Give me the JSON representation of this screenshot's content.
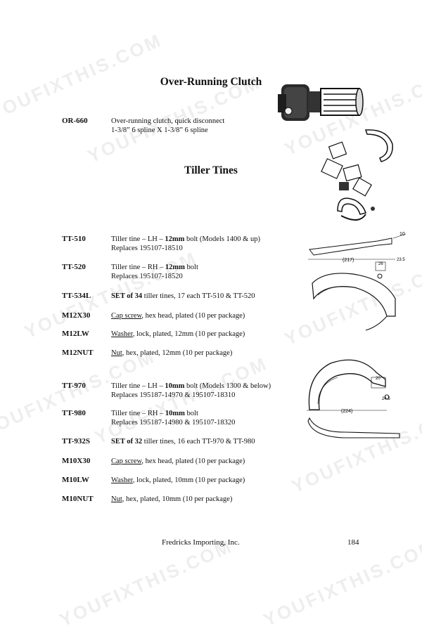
{
  "watermark": {
    "text": "YOUFIXTHIS.COM"
  },
  "sections": {
    "clutch_title": "Over-Running Clutch",
    "tines_title": "Tiller Tines"
  },
  "rows": [
    {
      "pn": "OR-660",
      "parts": [
        {
          "t": "Over-running clutch, quick disconnect"
        }
      ],
      "line2": "1-3/8” 6 spline X 1-3/8” 6 spline"
    },
    {
      "pn": "TT-510",
      "parts": [
        {
          "t": "Tiller tine – LH – "
        },
        {
          "t": "12mm",
          "b": true
        },
        {
          "t": " bolt (Models 1400 & up)"
        }
      ],
      "line2": "Replaces 195107-18510"
    },
    {
      "pn": "TT-520",
      "parts": [
        {
          "t": "Tiller tine – RH – "
        },
        {
          "t": "12mm",
          "b": true
        },
        {
          "t": " bolt"
        }
      ],
      "line2": "Replaces 195107-18520"
    },
    {
      "pn": "TT-534L",
      "parts": [
        {
          "t": "SET of 34",
          "b": true
        },
        {
          "t": " tiller tines, 17 each TT-510 & TT-520"
        }
      ]
    },
    {
      "pn": "M12X30",
      "parts": [
        {
          "t": "Cap screw",
          "u": true
        },
        {
          "t": ", hex head, plated (10 per package)"
        }
      ]
    },
    {
      "pn": "M12LW",
      "parts": [
        {
          "t": "Washer",
          "u": true
        },
        {
          "t": ", lock, plated, 12mm (10 per package)"
        }
      ]
    },
    {
      "pn": "M12NUT",
      "parts": [
        {
          "t": "Nut",
          "u": true
        },
        {
          "t": ", hex, plated, 12mm (10 per package)"
        }
      ]
    },
    {
      "pn": "TT-970",
      "parts": [
        {
          "t": "Tiller tine – LH – "
        },
        {
          "t": "10mm",
          "b": true
        },
        {
          "t": " bolt (Models 1300 & below)"
        }
      ],
      "line2": "Replaces 195187-14970 & 195107-18310"
    },
    {
      "pn": "TT-980",
      "parts": [
        {
          "t": "Tiller tine – RH – "
        },
        {
          "t": "10mm",
          "b": true
        },
        {
          "t": " bolt"
        }
      ],
      "line2": "Replaces 195187-14980 & 195107-18320"
    },
    {
      "pn": "TT-932S",
      "parts": [
        {
          "t": "SET of 32",
          "b": true
        },
        {
          "t": " tiller tines, 16 each TT-970 & TT-980"
        }
      ]
    },
    {
      "pn": "M10X30",
      "parts": [
        {
          "t": "Cap screw",
          "u": true
        },
        {
          "t": ", hex head, plated (10 per package)"
        }
      ]
    },
    {
      "pn": "M10LW",
      "parts": [
        {
          "t": "Washer",
          "u": true
        },
        {
          "t": ", lock, plated, 10mm (10 per package)"
        }
      ]
    },
    {
      "pn": "M10NUT",
      "parts": [
        {
          "t": "Nut",
          "u": true
        },
        {
          "t": ", hex, plated, 10mm (10 per package)"
        }
      ]
    }
  ],
  "diagram_top": {
    "dim_width": "(217)",
    "dim_a": "10",
    "dim_b": "26",
    "dim_c": "23.5"
  },
  "diagram_bottom": {
    "dim_width": "(224)",
    "dim_a": "20",
    "dim_b": "24.5"
  },
  "footer": {
    "company": "Fredricks Importing, Inc.",
    "page": "184"
  }
}
